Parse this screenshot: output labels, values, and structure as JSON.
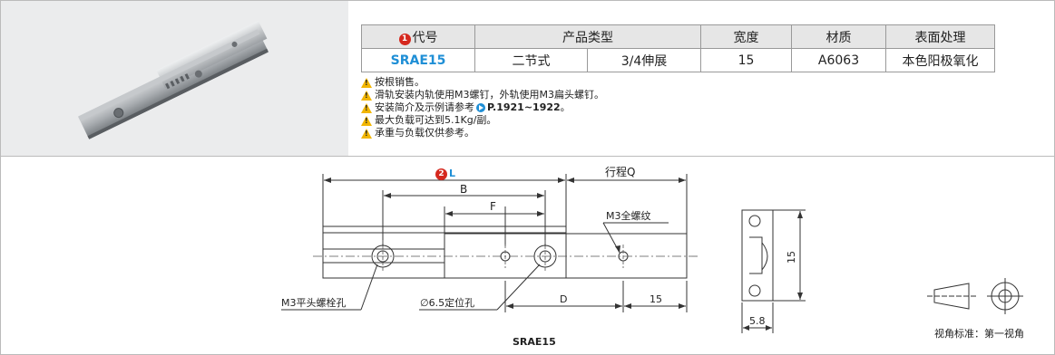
{
  "colors": {
    "accent_blue": "#1f8fd6",
    "badge_red": "#d5281e",
    "warning_yellow": "#f2b600",
    "header_gray": "#e6e6e6"
  },
  "table": {
    "headers": {
      "code_badge": "1",
      "code": "代号",
      "product_type": "产品类型",
      "width": "宽度",
      "material": "材质",
      "surface": "表面处理"
    },
    "row": {
      "code": "SRAE15",
      "type_a": "二节式",
      "type_b": "3/4伸展",
      "width": "15",
      "material": "A6063",
      "surface": "本色阳极氧化"
    }
  },
  "notes": [
    "按根销售。",
    "滑轨安装内轨使用M3螺钉，外轨使用M3扁头螺钉。",
    "安装简介及示例请参考",
    "最大负载可达到5.1Kg/副。",
    "承重与负载仅供参考。"
  ],
  "note_ref": {
    "text": "P.1921~1922",
    "suffix": "。"
  },
  "drawing": {
    "l_badge": "2",
    "l_label": "L",
    "stroke_label": "行程Q",
    "b_label": "B",
    "f_label": "F",
    "thread_label": "M3全螺纹",
    "d_label": "D",
    "dim_15_side": "15",
    "dim_15_bottom": "15",
    "hole_label": "M3平头螺栓孔",
    "pin_label": "∅6.5定位孔",
    "dim_58": "5.8",
    "caption": "SRAE15",
    "view_standard": "视角标准：第一视角"
  }
}
